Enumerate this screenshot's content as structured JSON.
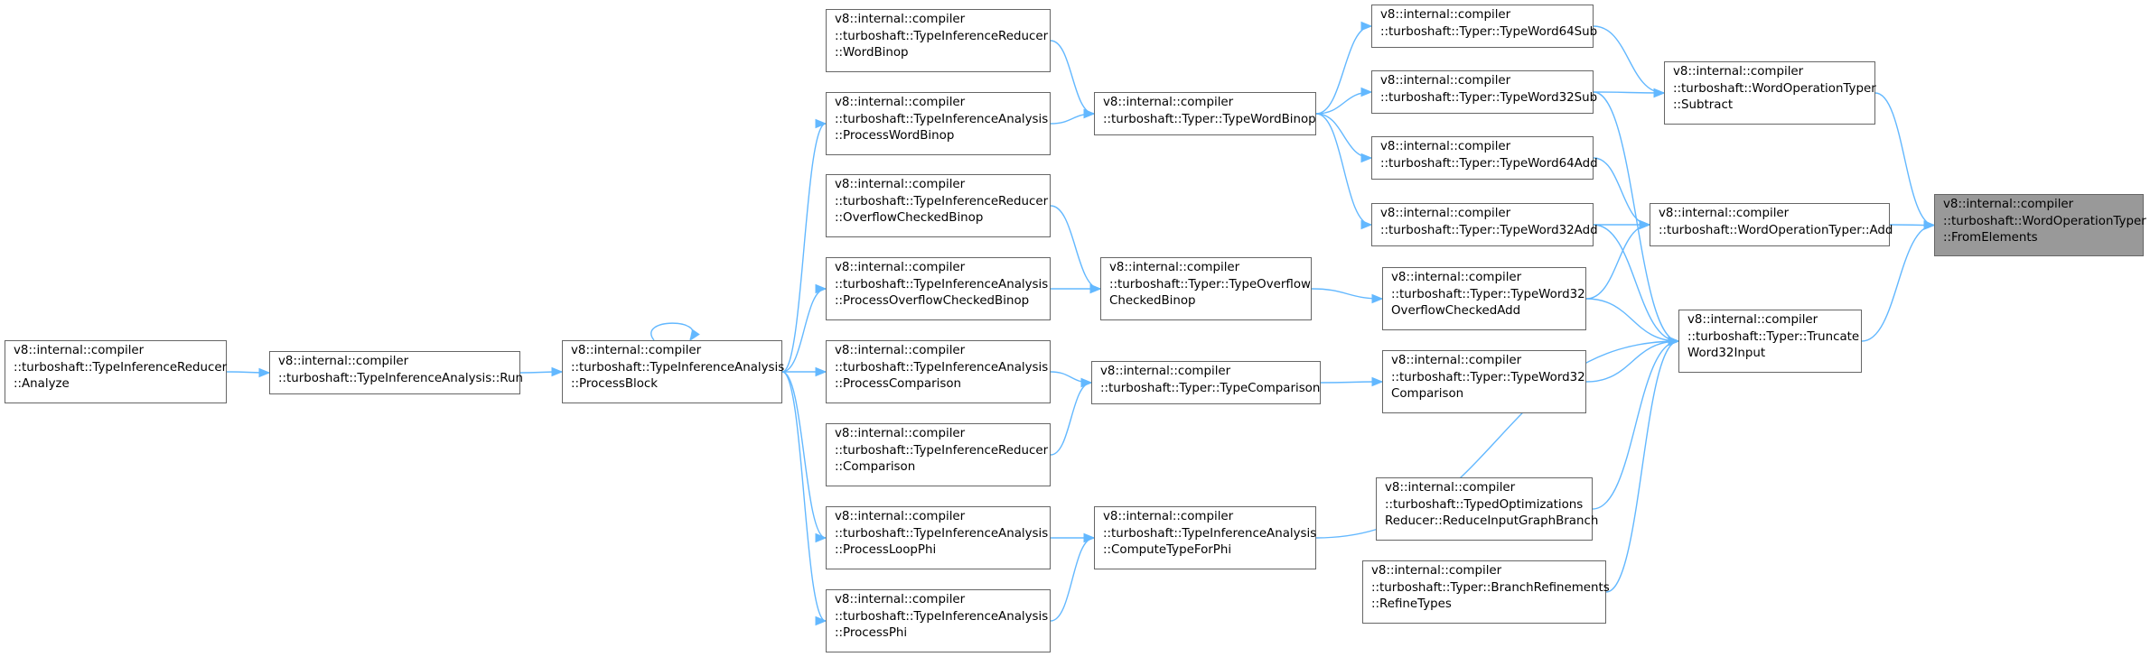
{
  "colors": {
    "edge": "#63b8ff",
    "node_border": "#666666",
    "node_fill": "#ffffff",
    "highlight_fill": "#999999"
  },
  "nodes": [
    {
      "id": "n0",
      "label": "v8::internal::compiler\n::turboshaft::WordOperationTyper\n::FromElements",
      "highlight": true
    },
    {
      "id": "n1",
      "label": "v8::internal::compiler\n::turboshaft::WordOperationTyper\n::Subtract"
    },
    {
      "id": "n2",
      "label": "v8::internal::compiler\n::turboshaft::Typer::TypeWord64Sub"
    },
    {
      "id": "n3",
      "label": "v8::internal::compiler\n::turboshaft::Typer::TypeWord32Sub"
    },
    {
      "id": "n4",
      "label": "v8::internal::compiler\n::turboshaft::Typer::TypeWord64Add"
    },
    {
      "id": "n5",
      "label": "v8::internal::compiler\n::turboshaft::Typer::TypeWord32Add"
    },
    {
      "id": "n6",
      "label": "v8::internal::compiler\n::turboshaft::WordOperationTyper::Add"
    },
    {
      "id": "n7",
      "label": "v8::internal::compiler\n::turboshaft::Typer::TypeWord32\nOverflowCheckedAdd"
    },
    {
      "id": "n8",
      "label": "v8::internal::compiler\n::turboshaft::Typer::Truncate\nWord32Input"
    },
    {
      "id": "n9",
      "label": "v8::internal::compiler\n::turboshaft::Typer::TypeWord32\nComparison"
    },
    {
      "id": "n10",
      "label": "v8::internal::compiler\n::turboshaft::TypedOptimizations\nReducer::ReduceInputGraphBranch"
    },
    {
      "id": "n11",
      "label": "v8::internal::compiler\n::turboshaft::Typer::BranchRefinements\n::RefineTypes"
    },
    {
      "id": "n12",
      "label": "v8::internal::compiler\n::turboshaft::Typer::TypeWordBinop"
    },
    {
      "id": "n13",
      "label": "v8::internal::compiler\n::turboshaft::Typer::TypeOverflow\nCheckedBinop"
    },
    {
      "id": "n14",
      "label": "v8::internal::compiler\n::turboshaft::Typer::TypeComparison"
    },
    {
      "id": "n15",
      "label": "v8::internal::compiler\n::turboshaft::TypeInferenceAnalysis\n::ComputeTypeForPhi"
    },
    {
      "id": "n16",
      "label": "v8::internal::compiler\n::turboshaft::TypeInferenceReducer\n::WordBinop"
    },
    {
      "id": "n17",
      "label": "v8::internal::compiler\n::turboshaft::TypeInferenceAnalysis\n::ProcessWordBinop"
    },
    {
      "id": "n18",
      "label": "v8::internal::compiler\n::turboshaft::TypeInferenceReducer\n::OverflowCheckedBinop"
    },
    {
      "id": "n19",
      "label": "v8::internal::compiler\n::turboshaft::TypeInferenceAnalysis\n::ProcessOverflowCheckedBinop"
    },
    {
      "id": "n20",
      "label": "v8::internal::compiler\n::turboshaft::TypeInferenceAnalysis\n::ProcessComparison"
    },
    {
      "id": "n21",
      "label": "v8::internal::compiler\n::turboshaft::TypeInferenceReducer\n::Comparison"
    },
    {
      "id": "n22",
      "label": "v8::internal::compiler\n::turboshaft::TypeInferenceAnalysis\n::ProcessLoopPhi"
    },
    {
      "id": "n23",
      "label": "v8::internal::compiler\n::turboshaft::TypeInferenceAnalysis\n::ProcessPhi"
    },
    {
      "id": "n24",
      "label": "v8::internal::compiler\n::turboshaft::TypeInferenceAnalysis\n::ProcessBlock"
    },
    {
      "id": "n25",
      "label": "v8::internal::compiler\n::turboshaft::TypeInferenceAnalysis::Run"
    },
    {
      "id": "n26",
      "label": "v8::internal::compiler\n::turboshaft::TypeInferenceReducer\n::Analyze"
    }
  ],
  "edges": [
    {
      "from": "n1",
      "to": "n0"
    },
    {
      "from": "n6",
      "to": "n0"
    },
    {
      "from": "n8",
      "to": "n0"
    },
    {
      "from": "n2",
      "to": "n1"
    },
    {
      "from": "n3",
      "to": "n1"
    },
    {
      "from": "n4",
      "to": "n6"
    },
    {
      "from": "n5",
      "to": "n6"
    },
    {
      "from": "n7",
      "to": "n6"
    },
    {
      "from": "n3",
      "to": "n8"
    },
    {
      "from": "n5",
      "to": "n8"
    },
    {
      "from": "n7",
      "to": "n8"
    },
    {
      "from": "n9",
      "to": "n8"
    },
    {
      "from": "n10",
      "to": "n8"
    },
    {
      "from": "n11",
      "to": "n8"
    },
    {
      "from": "n15",
      "to": "n8"
    },
    {
      "from": "n12",
      "to": "n2"
    },
    {
      "from": "n12",
      "to": "n3"
    },
    {
      "from": "n12",
      "to": "n4"
    },
    {
      "from": "n12",
      "to": "n5"
    },
    {
      "from": "n13",
      "to": "n7"
    },
    {
      "from": "n14",
      "to": "n9"
    },
    {
      "from": "n16",
      "to": "n12"
    },
    {
      "from": "n17",
      "to": "n12"
    },
    {
      "from": "n18",
      "to": "n13"
    },
    {
      "from": "n19",
      "to": "n13"
    },
    {
      "from": "n20",
      "to": "n14"
    },
    {
      "from": "n21",
      "to": "n14"
    },
    {
      "from": "n22",
      "to": "n15"
    },
    {
      "from": "n23",
      "to": "n15"
    },
    {
      "from": "n24",
      "to": "n17"
    },
    {
      "from": "n24",
      "to": "n19"
    },
    {
      "from": "n24",
      "to": "n20"
    },
    {
      "from": "n24",
      "to": "n22"
    },
    {
      "from": "n24",
      "to": "n23"
    },
    {
      "from": "n24",
      "to": "n24"
    },
    {
      "from": "n25",
      "to": "n24"
    },
    {
      "from": "n26",
      "to": "n25"
    }
  ]
}
